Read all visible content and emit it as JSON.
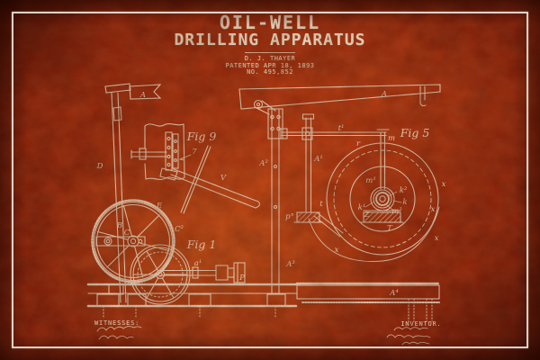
{
  "poster": {
    "title_line1": "OIL-WELL",
    "title_line2": "DRILLING APPARATUS",
    "byline": "D. J. THAYER",
    "patent_date": "PATENTED APR 18, 1893",
    "patent_number": "NO. 495,852",
    "witnesses_label": "WITNESSES:",
    "inventor_label": "INVENTOR.",
    "colors": {
      "background_red": "#9c2c0d",
      "line_art": "#ecdcc6",
      "border": "#f4ece0"
    }
  },
  "figures": {
    "fig1_label": "Fig 1",
    "fig5_label": "Fig 5",
    "fig9_label": "Fig 9"
  },
  "part_labels": [
    "A",
    "D",
    "7",
    "V",
    "E",
    "B",
    "C",
    "C²",
    "a¹",
    "P",
    "A",
    "A²",
    "t¹",
    "m",
    "r",
    "A¹",
    "t",
    "p°",
    "m¹",
    "k²",
    "k",
    "k¹",
    "m²",
    "Z",
    "T",
    "x",
    "x",
    "x",
    "x",
    "A³",
    "A⁴"
  ]
}
